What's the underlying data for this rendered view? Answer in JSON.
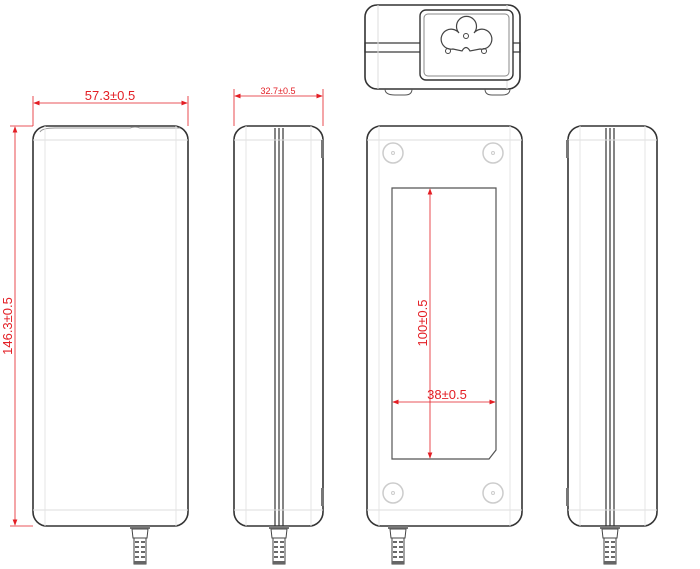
{
  "drawing": {
    "type": "mechanical outline drawing (power adapter)",
    "views": [
      "front",
      "side-left",
      "end-inlet",
      "bottom-label",
      "side-right"
    ],
    "colors": {
      "outline": "#333333",
      "hidden": "#c8c8c8",
      "dimension": "#e31e24"
    }
  },
  "dimensions": {
    "width": "57.3±0.5",
    "thickness": "32.7±0.5",
    "length": "146.3±0.5",
    "label_height": "100±0.5",
    "label_width": "38±0.5"
  },
  "features": {
    "inlet": "IEC C6 three-lobe AC inlet",
    "feet": 4,
    "dc_strain_relief": true
  }
}
